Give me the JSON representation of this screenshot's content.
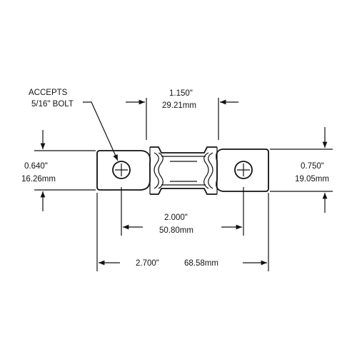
{
  "callout": {
    "line1": "ACCEPTS",
    "line2": "5/16\" BOLT"
  },
  "dimensions": {
    "gap": {
      "inch": "1.150\"",
      "mm": "29.21mm"
    },
    "left_height": {
      "inch": "0.640\"",
      "mm": "16.26mm"
    },
    "right_height": {
      "inch": "0.750\"",
      "mm": "19.05mm"
    },
    "hole_spacing": {
      "inch": "2.000\"",
      "mm": "50.80mm"
    },
    "overall_length": {
      "inch": "2.700\"",
      "mm": "68.58mm"
    }
  }
}
